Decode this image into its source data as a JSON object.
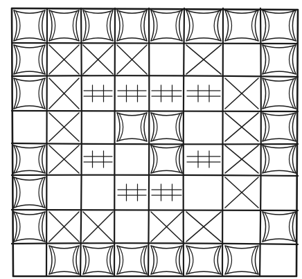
{
  "figure": {
    "kind": "hand-drawn quilt / tile pattern",
    "rows": 8,
    "cols": 8,
    "ink_color": "#1a1a1a",
    "background_color": "#ffffff",
    "cell_motifs": [
      [
        "curved",
        "curved",
        "curved",
        "curved",
        "curved",
        "curved",
        "curved",
        "curved"
      ],
      [
        "curved",
        "cross",
        "cross",
        "cross",
        "plain",
        "cross",
        "plain",
        "curved"
      ],
      [
        "curved",
        "cross",
        "hash",
        "hash",
        "hash",
        "hash",
        "cross",
        "curved"
      ],
      [
        "plain",
        "cross",
        "plain",
        "curved",
        "curved",
        "plain",
        "cross",
        "curved"
      ],
      [
        "curved",
        "cross",
        "hash",
        "plain",
        "curved",
        "hash",
        "cross",
        "curved"
      ],
      [
        "curved",
        "plain",
        "plain",
        "hash",
        "hash",
        "plain",
        "cross",
        "plain"
      ],
      [
        "curved",
        "cross",
        "cross",
        "plain",
        "cross",
        "cross",
        "plain",
        "curved"
      ],
      [
        "plain",
        "curved",
        "curved",
        "curved",
        "curved",
        "curved",
        "curved",
        "plain"
      ]
    ]
  }
}
